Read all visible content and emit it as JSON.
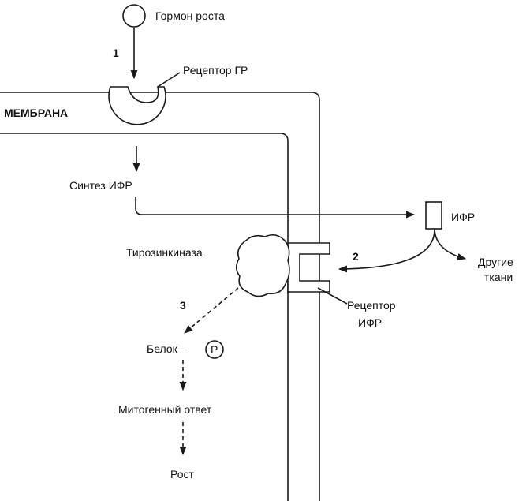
{
  "labels": {
    "hormone": "Гормон роста",
    "step1": "1",
    "gh_receptor": "Рецептор ГР",
    "membrane": "МЕМБРАНА",
    "igf_synthesis": "Синтез ИФР",
    "igf": "ИФР",
    "tyrosine_kinase": "Тирозинкиназа",
    "step2": "2",
    "other_tissues_1": "Другие",
    "other_tissues_2": "ткани",
    "step3": "3",
    "igf_receptor_1": "Рецептор",
    "igf_receptor_2": "ИФР",
    "protein": "Белок –",
    "phosphate": "P",
    "mitogenic_response": "Митогенный ответ",
    "growth": "Рост"
  },
  "colors": {
    "line": "#1a1a1a",
    "text": "#111111",
    "background": "#ffffff"
  }
}
